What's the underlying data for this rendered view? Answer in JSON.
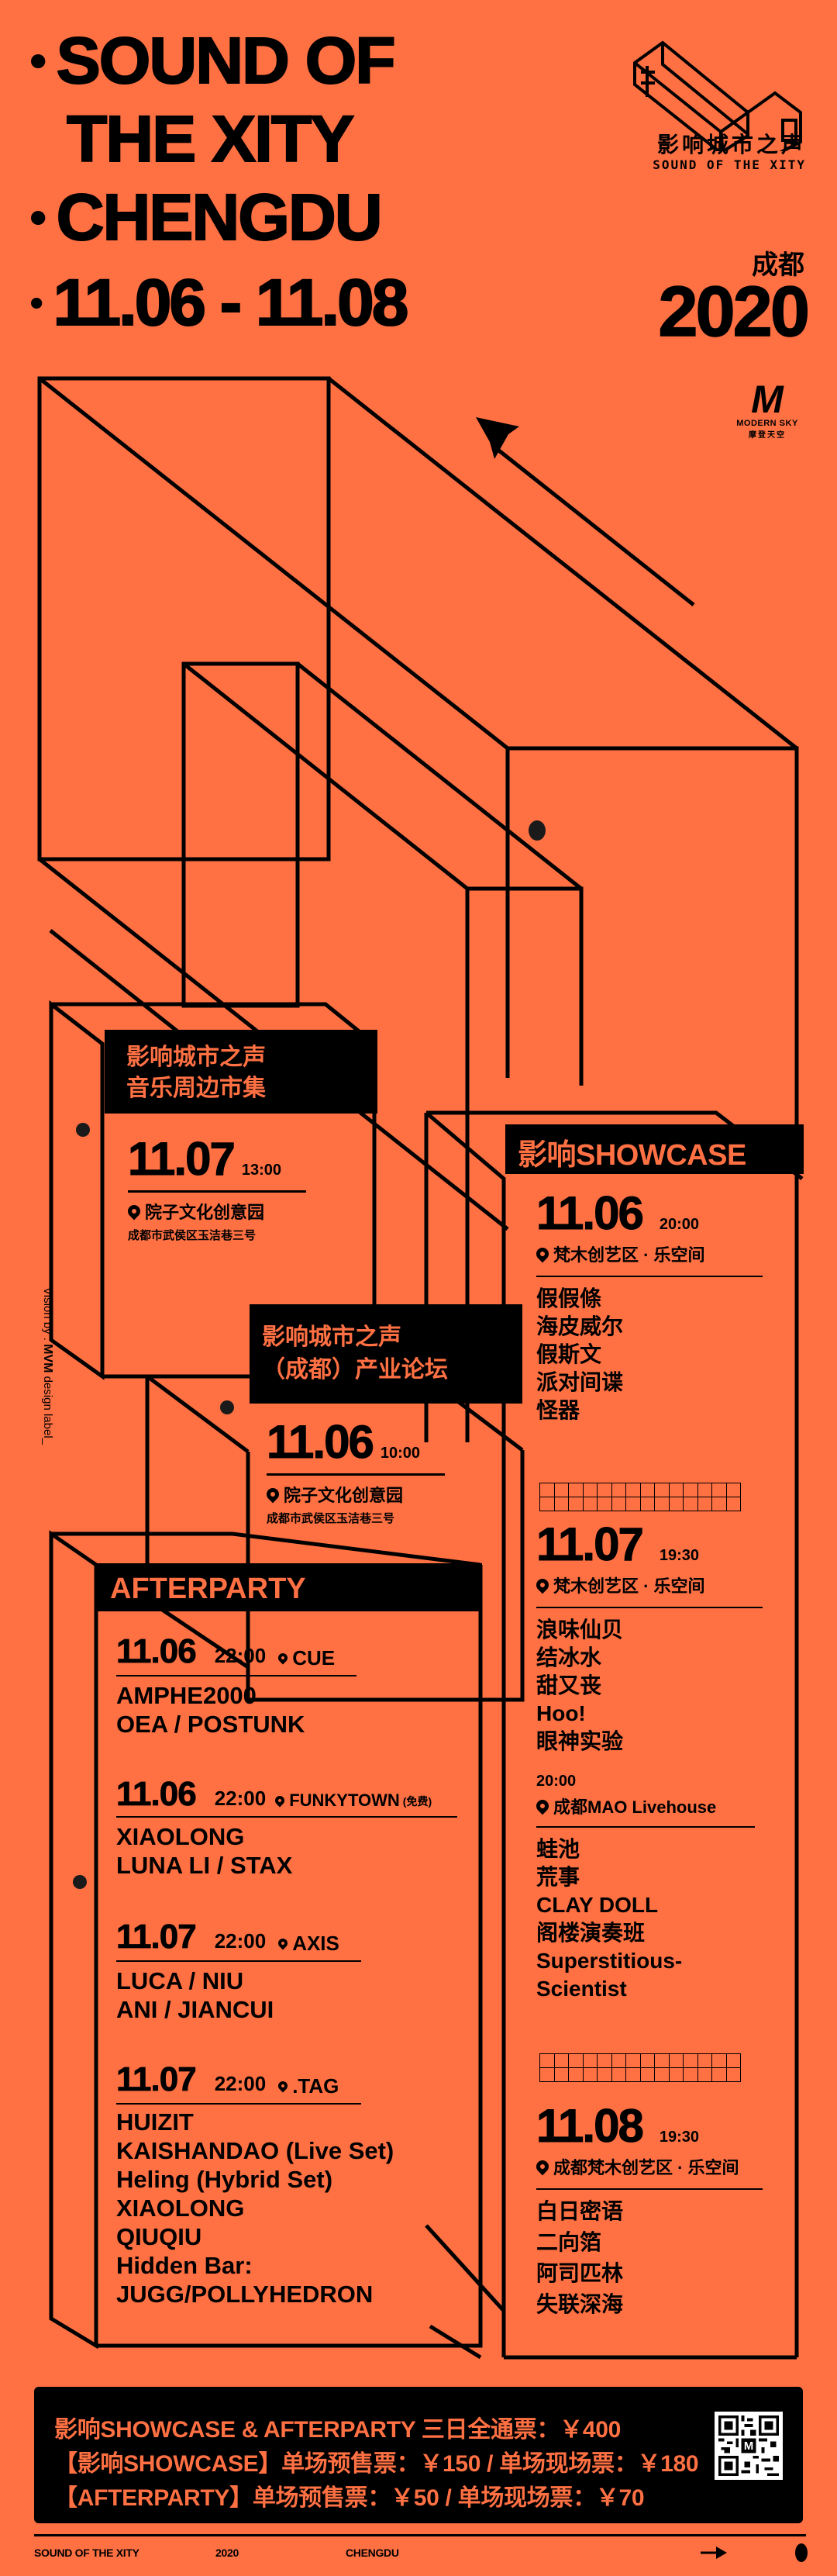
{
  "header": {
    "title_lines": [
      "SOUND OF",
      "THE XITY",
      "CHENGDU"
    ],
    "date_range": "11.06 - 11.08",
    "city_cn": "成都",
    "year": "2020"
  },
  "logo": {
    "name_cn": "影响城市之声",
    "name_en": "SOUND OF THE XITY"
  },
  "sponsor": {
    "mark": "M",
    "name_en": "MODERN SKY",
    "name_cn": "摩登天空"
  },
  "credit": {
    "prefix": "Vision by :",
    "brand": "MVM",
    "suffix": "design label_"
  },
  "market": {
    "title_lines": [
      "影响城市之声",
      "音乐周边市集"
    ],
    "date": "11.07",
    "time": "13:00",
    "venue": "院子文化创意园",
    "address": "成都市武侯区玉洁巷三号"
  },
  "forum": {
    "title_lines": [
      "影响城市之声",
      "（成都）产业论坛"
    ],
    "date": "11.06",
    "time": "10:00",
    "venue": "院子文化创意园",
    "address": "成都市武侯区玉洁巷三号"
  },
  "showcase": {
    "title": "影响SHOWCASE",
    "days": [
      {
        "date": "11.06",
        "time": "20:00",
        "venue": "梵木创艺区 · 乐空间",
        "artists": [
          "假假條",
          "海皮威尔",
          "假斯文",
          "派对间谍",
          "怪器"
        ]
      },
      {
        "date": "11.07",
        "time": "19:30",
        "venue": "梵木创艺区 · 乐空间",
        "artists": [
          "浪味仙贝",
          "结冰水",
          "甜又丧",
          "Hoo!",
          "眼神实验"
        ],
        "second_show": {
          "time": "20:00",
          "venue": "成都MAO Livehouse",
          "artists": [
            "蛙池",
            "荒事",
            "CLAY DOLL",
            "阁楼演奏班",
            "Superstitious-",
            "Scientist"
          ]
        }
      },
      {
        "date": "11.08",
        "time": "19:30",
        "venue": "成都梵木创艺区 · 乐空间",
        "artists": [
          "白日密语",
          "二向箔",
          "阿司匹林",
          "失联深海"
        ]
      }
    ]
  },
  "afterparty": {
    "title": "AFTERPARTY",
    "events": [
      {
        "date": "11.06",
        "time": "22:00",
        "venue": "CUE",
        "note": "",
        "artists": [
          "AMPHE2000",
          "OEA / POSTUNK"
        ]
      },
      {
        "date": "11.06",
        "time": "22:00",
        "venue": "FUNKYTOWN",
        "note": "(免费)",
        "artists": [
          "XIAOLONG",
          "LUNA LI / STAX"
        ]
      },
      {
        "date": "11.07",
        "time": "22:00",
        "venue": "AXIS",
        "note": "",
        "artists": [
          "LUCA / NIU",
          "ANI / JIANCUI"
        ]
      },
      {
        "date": "11.07",
        "time": "22:00",
        "venue": ".TAG",
        "note": "",
        "artists": [
          "HUIZIT",
          "KAISHANDAO (Live Set)",
          "Heling (Hybrid Set)",
          "XIAOLONG",
          "QIUQIU",
          "Hidden Bar:",
          "JUGG/POLLYHEDRON"
        ]
      }
    ]
  },
  "tickets": {
    "lines": [
      "影响SHOWCASE & AFTERPARTY 三日全通票：￥400",
      "【影响SHOWCASE】单场预售票：￥150 / 单场现场票：￥180",
      "【AFTERPARTY】单场预售票：￥50 / 单场现场票：￥70"
    ],
    "qr_icon": "qr-code-icon"
  },
  "footer": {
    "items": [
      "SOUND OF THE XITY",
      "2020",
      "CHENGDU"
    ],
    "arrow_icon": "arrow-right-icon",
    "dot_icon": "dot-icon"
  },
  "colors": {
    "background": "#FF7043",
    "ink": "#000000"
  }
}
